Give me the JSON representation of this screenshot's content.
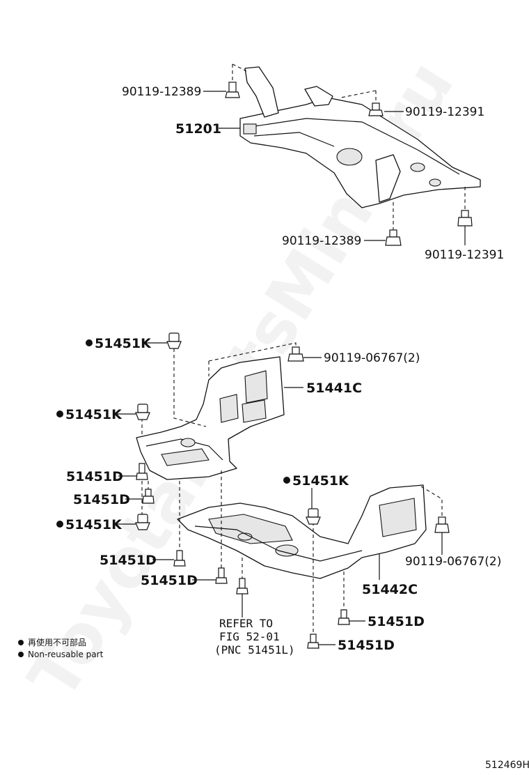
{
  "watermark": "ToyotaPartsMine.ru",
  "figure_id": "512469H",
  "labels": {
    "bolt_a_left": "90119-12389",
    "bolt_a_right": "90119-12391",
    "crossmember": "51201",
    "bolt_b_left": "90119-12389",
    "bolt_b_right": "90119-12391",
    "clip_top": "51451K",
    "bolt_c_top": "90119-06767(2)",
    "cover_front": "51441C",
    "clip_k2": "51451K",
    "screw_d1": "51451D",
    "screw_d2": "51451D",
    "clip_k3": "51451K",
    "clip_k_mid": "51451K",
    "bolt_c_right": "90119-06767(2)",
    "screw_d3": "51451D",
    "screw_d4": "51451D",
    "cover_rear": "51442C",
    "screw_d5": "51451D",
    "screw_d6": "51451D",
    "refer_line1": "REFER TO",
    "refer_line2": "FIG 52-01",
    "refer_line3": "(PNC 51451L)"
  },
  "legend": {
    "jp": "再使用不可部品",
    "en": "Non-reusable part"
  },
  "colors": {
    "line": "#111111",
    "watermark": "#f2f2f2"
  }
}
